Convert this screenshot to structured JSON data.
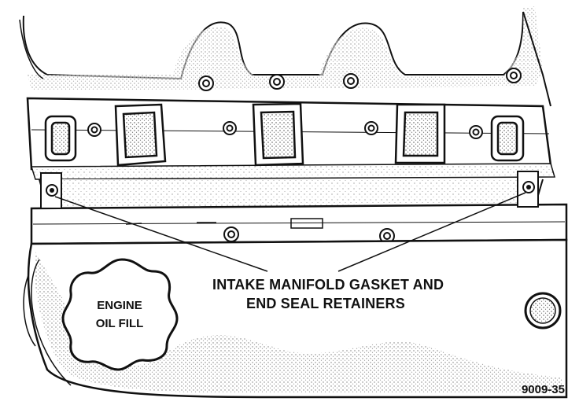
{
  "diagram": {
    "cap_text_line1": "ENGINE",
    "cap_text_line2": "OIL FILL",
    "callout_line1": "INTAKE MANIFOLD GASKET AND",
    "callout_line2": "END SEAL RETAINERS",
    "figure_number": "9009-35"
  }
}
